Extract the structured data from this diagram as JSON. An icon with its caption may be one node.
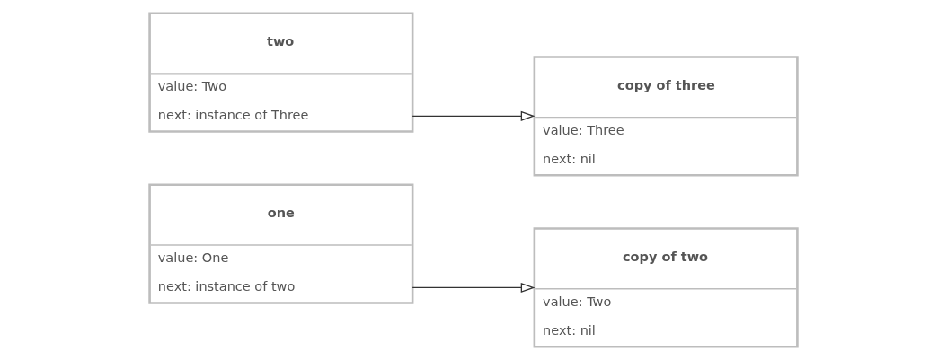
{
  "diagram": {
    "nodes": [
      {
        "text": [
          "one",
          "value: One",
          "next: instance of two"
        ]
      },
      {
        "text": [
          "copy of two",
          "value: Two",
          "next: nil"
        ]
      },
      {
        "text": [
          "two",
          "value: Two",
          "next: instance of Three"
        ]
      },
      {
        "text": [
          "copy of three",
          "value: Three",
          "next: nil"
        ]
      }
    ],
    "edges": [
      {
        "from": 0,
        "to": 1,
        "arrow": "to"
      },
      {
        "from": 2,
        "to": 3,
        "arrow": "to"
      }
    ]
  }
}
